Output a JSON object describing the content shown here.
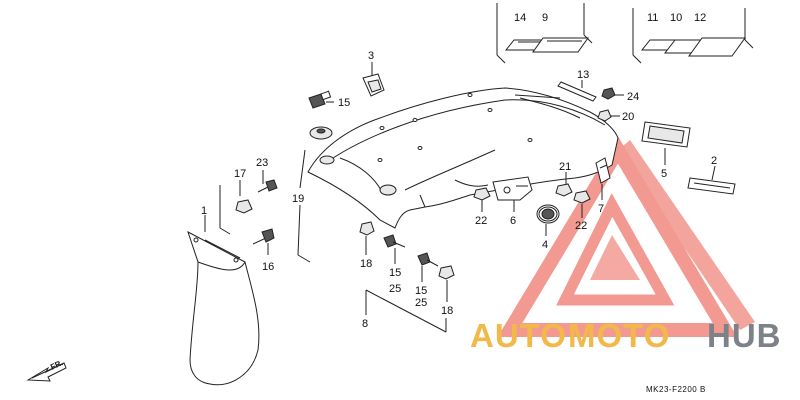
{
  "diagram": {
    "part_numbers": [
      "1",
      "2",
      "3",
      "4",
      "5",
      "6",
      "7",
      "8",
      "9",
      "10",
      "11",
      "12",
      "13",
      "14",
      "15",
      "16",
      "17",
      "18",
      "19",
      "20",
      "21",
      "22",
      "23",
      "24",
      "25"
    ],
    "callouts": {
      "c1": "1",
      "c2": "2",
      "c3": "3",
      "c4": "4",
      "c5": "5",
      "c6": "6",
      "c7": "7",
      "c8": "8",
      "c9": "9",
      "c10": "10",
      "c11": "11",
      "c12": "12",
      "c13": "13",
      "c14": "14",
      "c15a": "15",
      "c15b": "15",
      "c15c": "15",
      "c16": "16",
      "c17": "17",
      "c18a": "18",
      "c18b": "18",
      "c19": "19",
      "c20": "20",
      "c21": "21",
      "c22a": "22",
      "c22b": "22",
      "c23": "23",
      "c24": "24",
      "c25a": "25",
      "c25b": "25"
    },
    "direction_label": "FR.",
    "drawing_code": "MK23-F2200 B"
  },
  "watermark": {
    "auto": "AUTO",
    "moto": "MOTO",
    "hub": "HUB",
    "colors": {
      "triangle": "#f29a92",
      "auto_moto": "#f3b84a",
      "hub": "#7d8288"
    }
  }
}
